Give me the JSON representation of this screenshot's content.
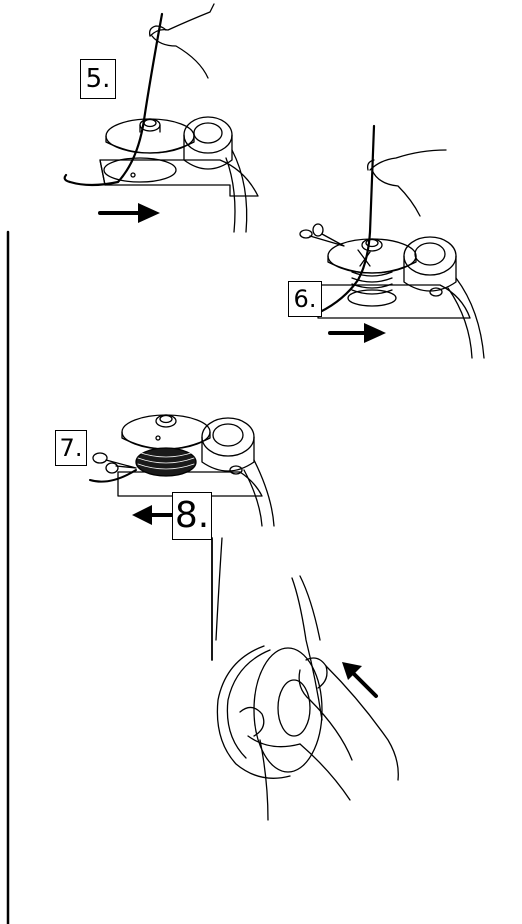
{
  "steps": {
    "step5": "5.",
    "step6": "6.",
    "step7": "7.",
    "step8": "8."
  },
  "arrows": {
    "step5": "right",
    "step6": "right",
    "step8_slide": "left",
    "step8_push": "up-left"
  },
  "colors": {
    "line": "#000000",
    "background": "#ffffff"
  }
}
